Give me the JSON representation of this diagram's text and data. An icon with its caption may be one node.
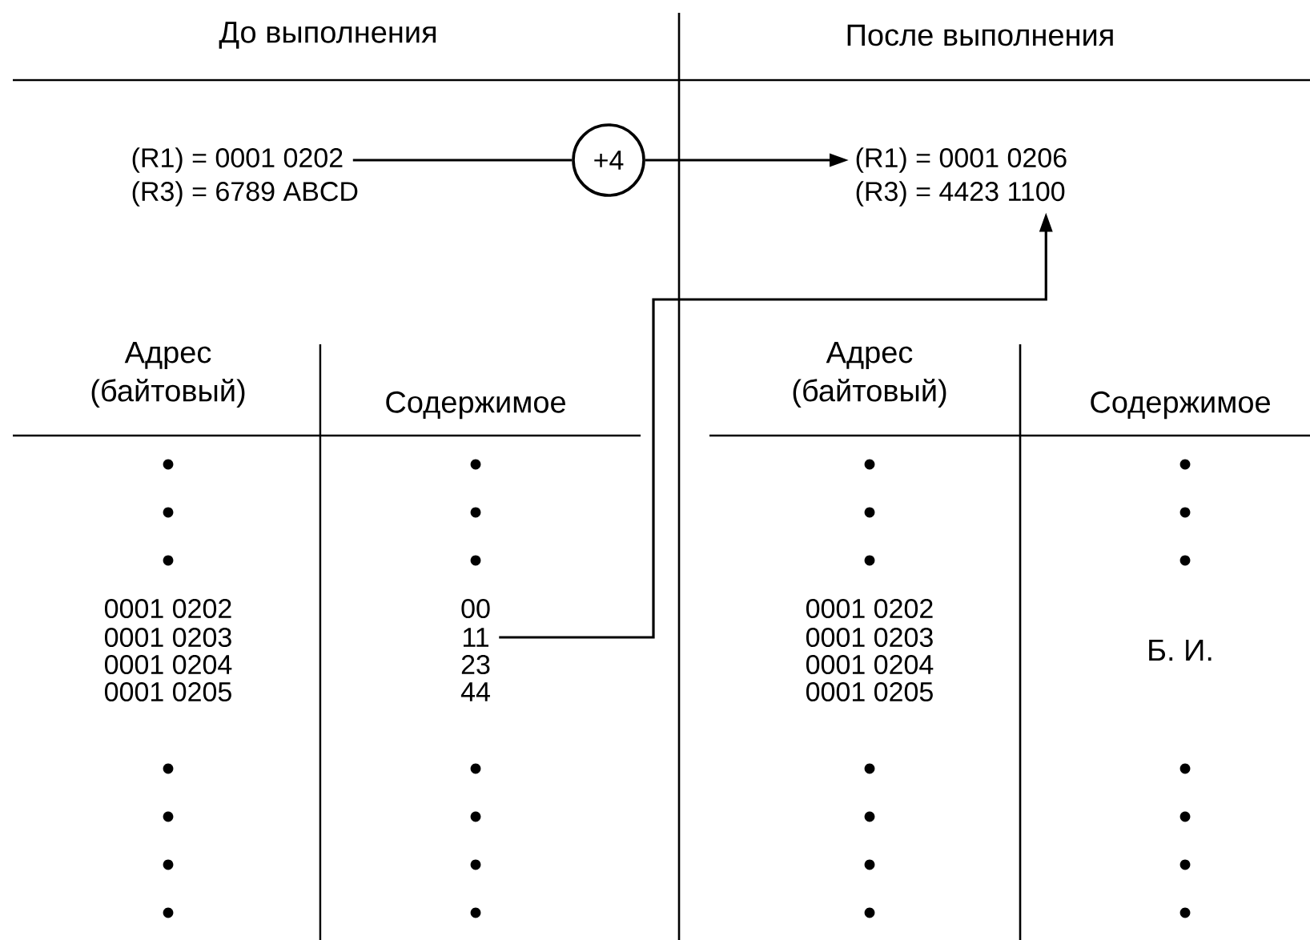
{
  "diagram": {
    "nodes": [
      {
        "text": [
          "(R1) = 0001  0202"
        ]
      },
      {
        "text": [
          "(R3) = 6789  ABCD"
        ]
      },
      {
        "text": [
          "+4"
        ]
      },
      {
        "text": [
          "(R1) = 0001  0206"
        ]
      },
      {
        "text": [
          "(R3) = 4423  1100"
        ]
      },
      {
        "text": [
          "11"
        ]
      }
    ],
    "edges": [
      {
        "from": 0,
        "to": 2,
        "arrow": "none"
      },
      {
        "from": 2,
        "to": 3,
        "arrow": "to"
      },
      {
        "from": 5,
        "to": 4,
        "arrow": "to"
      }
    ],
    "labels": [
      "До выполнения",
      "После выполнения",
      "Адрес (байтовый)",
      "Содержимое",
      "Адрес (байтовый)",
      "Содержимое",
      "0001  0202",
      "0001  0203",
      "0001  0204",
      "0001  0205",
      "00",
      "23",
      "44",
      "0001  0202",
      "0001  0203",
      "0001  0204",
      "0001  0205",
      "Б. И."
    ]
  }
}
